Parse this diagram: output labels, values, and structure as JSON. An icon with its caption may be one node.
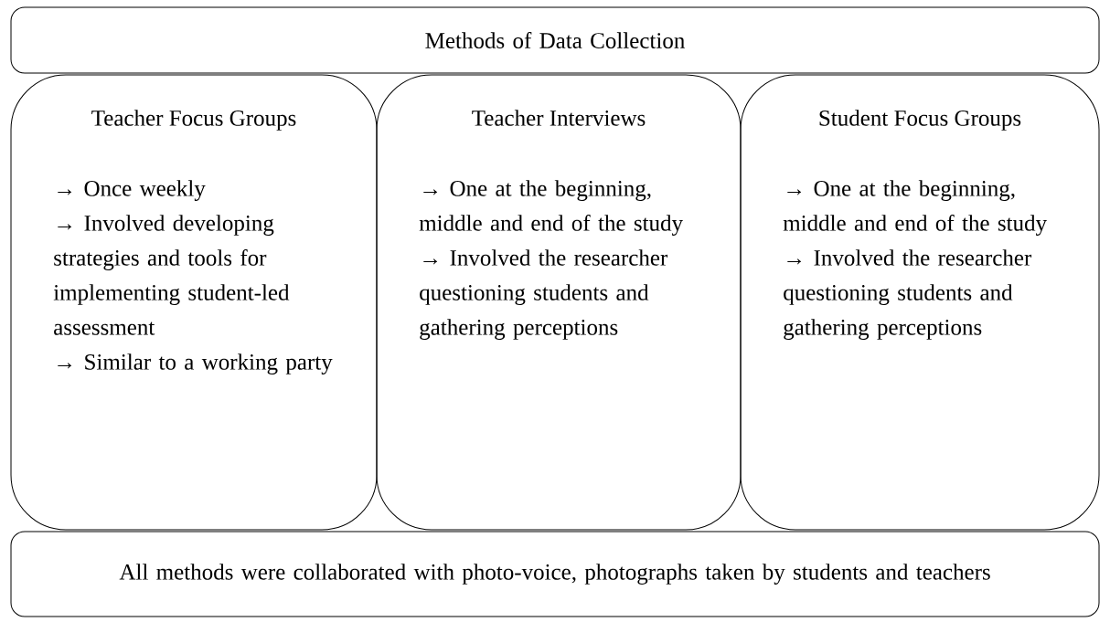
{
  "diagram": {
    "nodes": [
      {
        "text": [
          "Methods of Data Collection"
        ]
      },
      {
        "text": [
          "Teacher Focus Groups",
          "→ Once weekly",
          "→ Involved developing strategies and tools for implementing student-led assessment",
          "→ Similar to a working party"
        ]
      },
      {
        "text": [
          "Teacher Interviews",
          "→ One at the beginning, middle and end of the study",
          "→ Involved the researcher questioning students and gathering perceptions"
        ]
      },
      {
        "text": [
          "Student Focus Groups",
          "→ One at the beginning, middle and end of the study",
          "→ Involved the researcher questioning students and gathering perceptions"
        ]
      },
      {
        "text": [
          "All methods were collaborated with photo-voice, photographs taken by students and teachers"
        ]
      }
    ]
  }
}
